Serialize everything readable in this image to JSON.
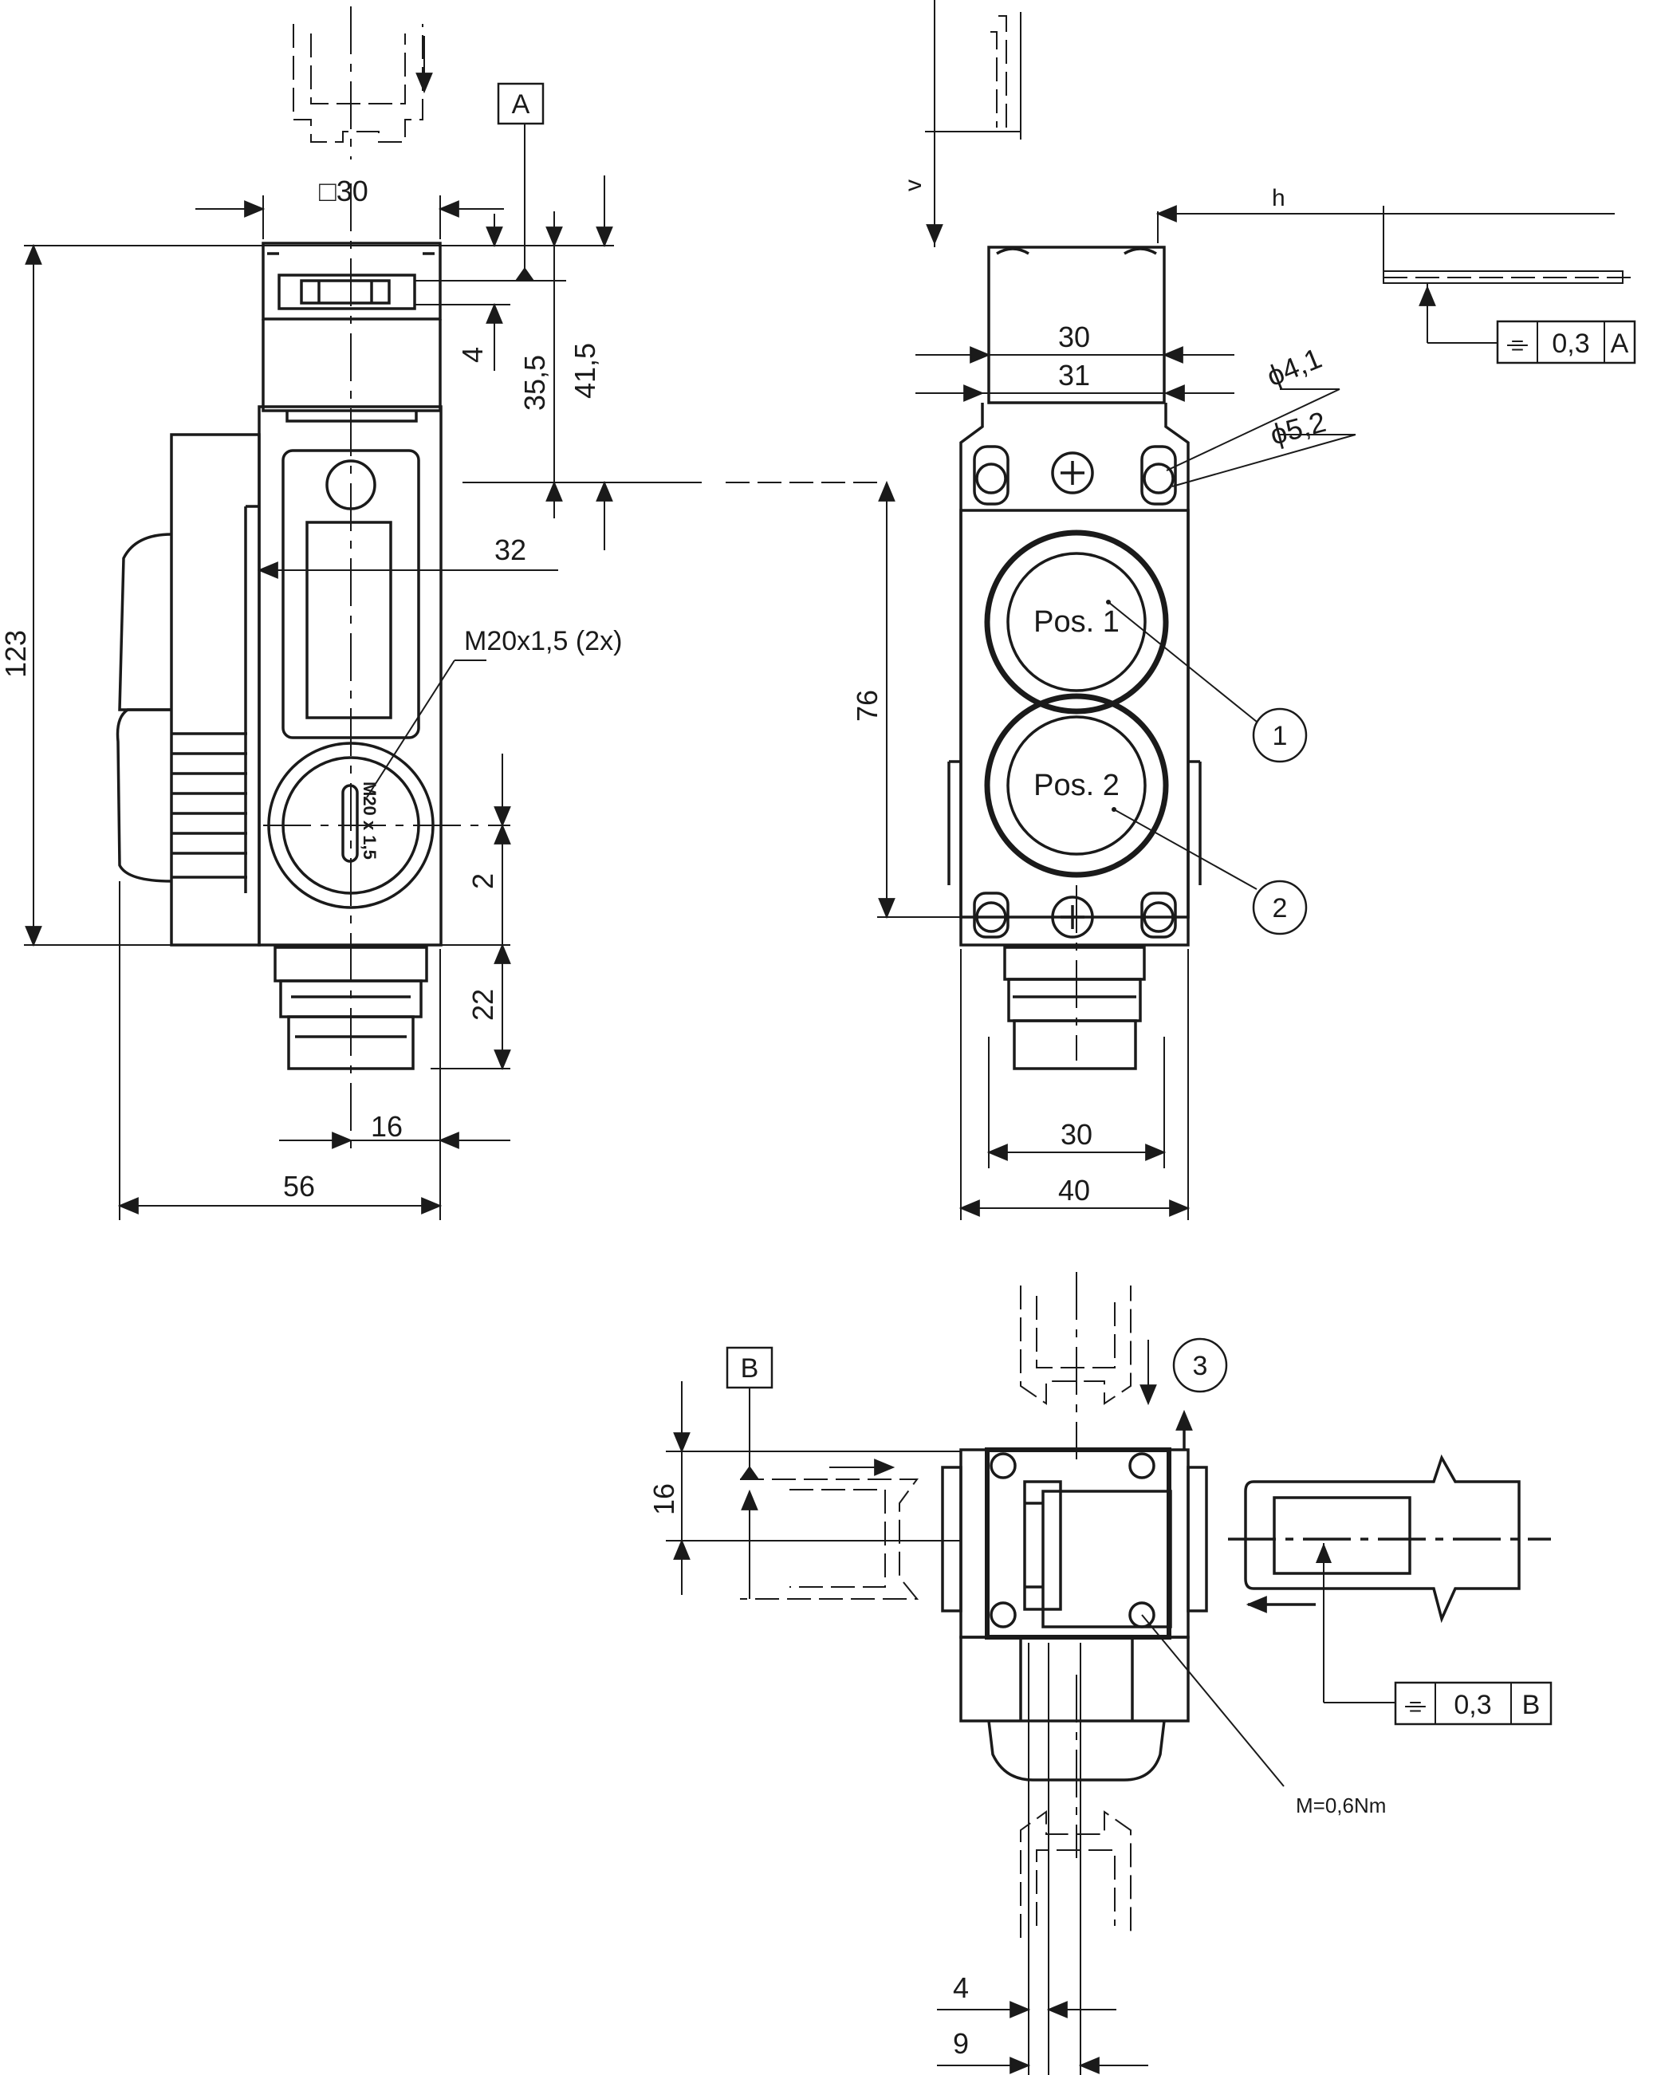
{
  "side_view": {
    "dims": {
      "square_30": "□30",
      "d4": "4",
      "d35_5": "35,5",
      "d41_5": "41,5",
      "d32": "32",
      "d123": "123",
      "thread": "M20x1,5 (2x)",
      "d2": "2",
      "d22": "22",
      "d16": "16",
      "d56": "56"
    },
    "datum_a": "A",
    "cap_text": "M20 x 1,5"
  },
  "front_view": {
    "dims": {
      "v": "v",
      "h": "h",
      "d30_top": "30",
      "d31": "31",
      "dia_4_1": "ϕ4,1",
      "dia_5_2": "ϕ5,2",
      "d76": "76",
      "d30_bottom": "30",
      "d40": "40"
    },
    "pos1": "Pos. 1",
    "pos2": "Pos. 2",
    "callout_1": "1",
    "callout_2": "2",
    "tolerance_a": {
      "symbol": "⌯",
      "value": "0,3",
      "datum": "A"
    }
  },
  "top_view": {
    "datum_b": "B",
    "dims": {
      "d16": "16",
      "d4": "4",
      "d9": "9"
    },
    "callout_3": "3",
    "torque": "M=0,6Nm",
    "tolerance_b": {
      "symbol": "⌯",
      "value": "0,3",
      "datum": "B"
    }
  }
}
